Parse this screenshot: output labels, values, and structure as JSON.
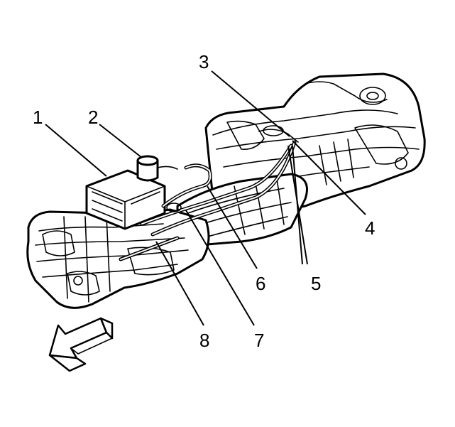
{
  "callouts": [
    {
      "id": "1",
      "label": "1"
    },
    {
      "id": "2",
      "label": "2"
    },
    {
      "id": "3",
      "label": "3"
    },
    {
      "id": "4",
      "label": "4"
    },
    {
      "id": "5",
      "label": "5"
    },
    {
      "id": "6",
      "label": "6"
    },
    {
      "id": "7",
      "label": "7"
    },
    {
      "id": "8",
      "label": "8"
    }
  ],
  "icons": {
    "direction_arrow": "front-direction-arrow-icon"
  },
  "colors": {
    "line": "#000000",
    "background": "#ffffff"
  }
}
